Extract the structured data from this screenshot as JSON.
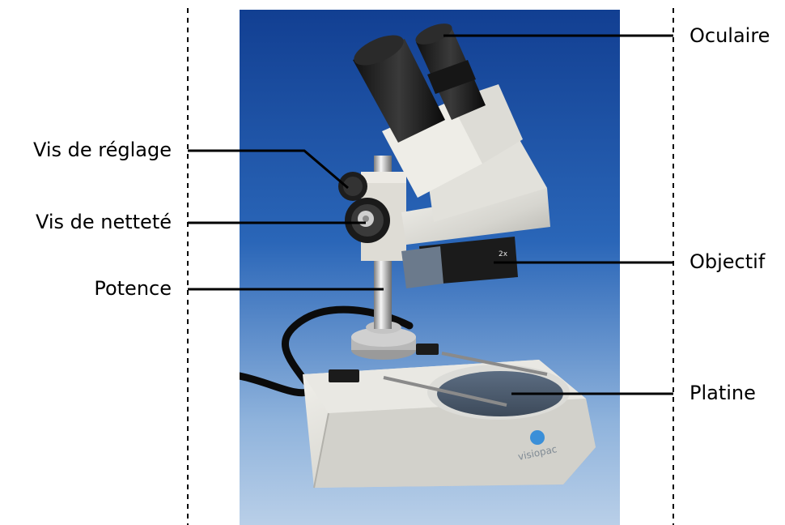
{
  "labels_left": [
    {
      "id": "vis-reglage",
      "text": "Vis de réglage"
    },
    {
      "id": "vis-nettete",
      "text": "Vis de netteté"
    },
    {
      "id": "potence",
      "text": "Potence"
    }
  ],
  "labels_right": [
    {
      "id": "oculaire",
      "text": "Oculaire"
    },
    {
      "id": "objectif",
      "text": "Objectif"
    },
    {
      "id": "platine",
      "text": "Platine"
    }
  ],
  "photo": {
    "brand_text": "visiopac",
    "objective_mark": "2x",
    "background_top": "#1a4fa0",
    "background_bottom": "#a9c6e4",
    "body_color": "#dcdcd6"
  }
}
